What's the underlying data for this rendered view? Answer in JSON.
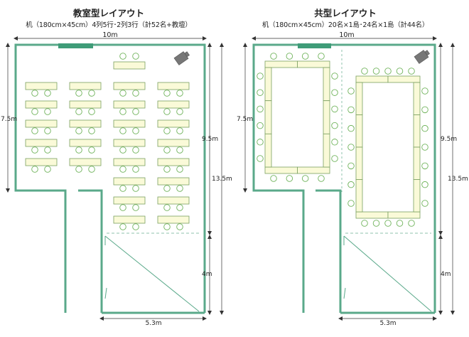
{
  "colors": {
    "wall": "#5aa98a",
    "dashed": "#8fc3ad",
    "screen": "#3f9c78",
    "desk_fill": "#fafad8",
    "desk_stroke": "#7aa060",
    "chair_stroke": "#6fb35a",
    "dim_line": "#333333",
    "projector": "#777777"
  },
  "left": {
    "title": "教室型レイアウト",
    "subtitle": "机（180cm×45cm）4列5行･2列3行（計52名+教壇）",
    "dims": {
      "width_top": "10m",
      "left_height": "7.5m",
      "right_upper": "9.5m",
      "right_total": "13.5m",
      "right_lower": "4m",
      "bottom_width": "5.3m"
    },
    "icons": [
      "screen-icon",
      "projector-icon"
    ]
  },
  "right": {
    "title": "共型レイアウト",
    "subtitle": "机（180cm×45cm）20名×1島･24名×1島（計44名）",
    "dims": {
      "width_top": "10m",
      "left_height": "7.5m",
      "right_upper": "9.5m",
      "right_total": "13.5m",
      "right_lower": "4m",
      "bottom_width": "5.3m"
    },
    "icons": [
      "screen-icon",
      "projector-icon"
    ]
  }
}
